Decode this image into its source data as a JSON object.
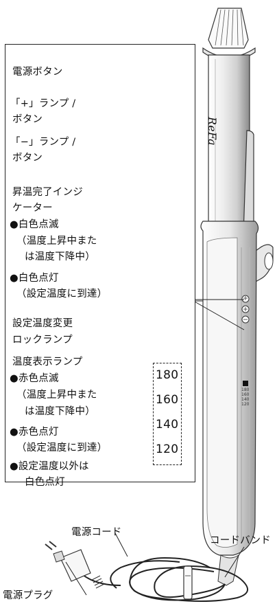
{
  "panel": {
    "labels": {
      "power_button": "電源ボタン",
      "plus_line1": "「+」ランプ /",
      "plus_line2": "ボタン",
      "minus_line1": "「−」ランプ /",
      "minus_line2": "ボタン",
      "indicator_line1": "昇温完了インジ",
      "indicator_line2": "ケーター",
      "ind_b1": "●白色点滅",
      "ind_b1_sub1": "（温度上昇中また",
      "ind_b1_sub2": "は温度下降中）",
      "ind_b2": "●白色点灯",
      "ind_b2_sub": "（設定温度に到達）",
      "lock_line1": "設定温度変更",
      "lock_line2": "ロックランプ",
      "temp_display": "温度表示ランプ",
      "td_b1": "●赤色点滅",
      "td_b1_sub1": "（温度上昇中また",
      "td_b1_sub2": "は温度下降中）",
      "td_b2": "●赤色点灯",
      "td_b2_sub": "（設定温度に到達）",
      "td_b3_line1": "●設定温度以外は",
      "td_b3_line2": "白色点灯"
    },
    "temperatures": [
      "180",
      "160",
      "140",
      "120"
    ]
  },
  "device": {
    "brand": "ReFa",
    "mini_temperatures": [
      "180",
      "160",
      "140",
      "120"
    ]
  },
  "cord": {
    "power_cord": "電源コード",
    "cord_band": "コードバンド",
    "power_plug": "電源プラグ"
  },
  "colors": {
    "ink": "#111111",
    "panel_border": "#222222",
    "body_fill": "#f4f4f4"
  }
}
